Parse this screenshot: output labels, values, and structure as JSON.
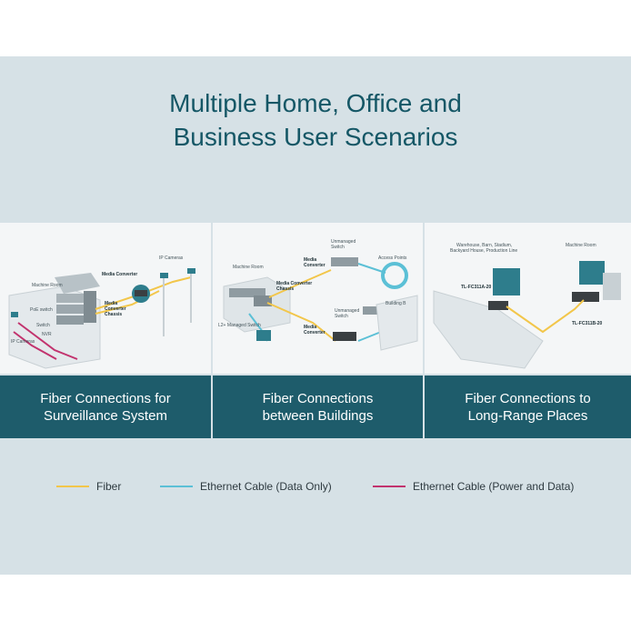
{
  "title_line1": "Multiple Home, Office and",
  "title_line2": "Business User Scenarios",
  "colors": {
    "fiber": "#f2c64a",
    "ethernet_data": "#5bc0d6",
    "ethernet_power": "#c2336e",
    "band": "#1e5c6b",
    "title": "#155766"
  },
  "panels": [
    {
      "caption_line1": "Fiber Connections for",
      "caption_line2": "Surveillance System",
      "labels": {
        "cameras": "IP Cameras",
        "media_converter": "Media Converter",
        "room": "Machine Room",
        "chassis_1": "Media",
        "chassis_2": "Converter",
        "chassis_3": "Chassis",
        "poe": "PoE switch",
        "switch": "Switch",
        "nvr": "NVR",
        "ip_cameras_left": "IP Cameras"
      }
    },
    {
      "caption_line1": "Fiber Connections",
      "caption_line2": "between Buildings",
      "labels": {
        "unmanaged_top_1": "Unmanaged",
        "unmanaged_top_2": "Switch",
        "access_points": "Access Points",
        "room": "Machine Room",
        "mc_1": "Media",
        "mc_2": "Converter",
        "mcc_1": "Media Converter",
        "mcc_2": "Chassis",
        "unmanaged_mid_1": "Unmanaged",
        "unmanaged_mid_2": "Switch",
        "building_b": "Building B",
        "l2": "L2+ Managed Switch",
        "mc2_1": "Media",
        "mc2_2": "Converter"
      }
    },
    {
      "caption_line1": "Fiber Connections to",
      "caption_line2": "Long-Range Places",
      "labels": {
        "places_1": "Warehouse, Barn, Stadium,",
        "places_2": "Backyard House, Production Line",
        "room": "Machine Room",
        "model_a": "TL-FC311A-20",
        "model_b": "TL-FC311B-20"
      }
    }
  ],
  "legend": [
    {
      "label": "Fiber",
      "color": "#f2c64a"
    },
    {
      "label": "Ethernet Cable (Data Only)",
      "color": "#5bc0d6"
    },
    {
      "label": "Ethernet Cable (Power and Data)",
      "color": "#c2336e"
    }
  ]
}
